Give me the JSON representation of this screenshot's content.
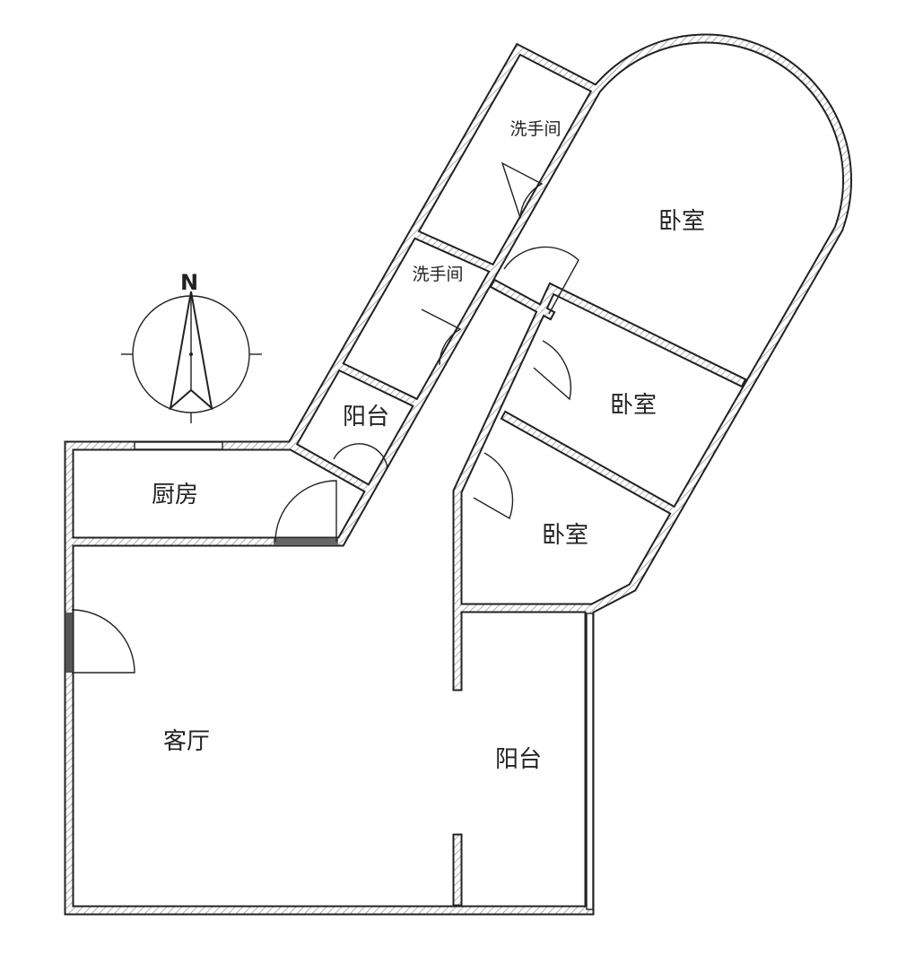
{
  "compass": {
    "north_label": "N"
  },
  "rooms": {
    "bathroom_1": "洗手间",
    "bathroom_2": "洗手间",
    "bedroom_master": "卧室",
    "bedroom_middle": "卧室",
    "bedroom_lower": "卧室",
    "balcony_small": "阳台",
    "kitchen": "厨房",
    "living_room": "客厅",
    "balcony_large": "阳台"
  },
  "colors": {
    "wall": "#222222",
    "hatch": "#9a9a9a",
    "background": "#ffffff"
  }
}
